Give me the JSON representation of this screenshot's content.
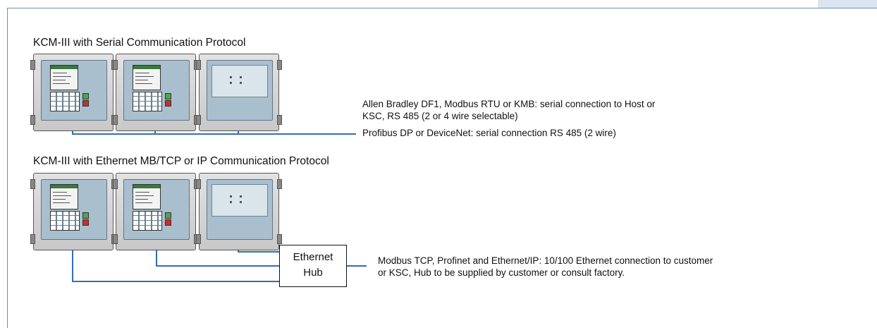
{
  "section_serial": {
    "heading": "KCM-III with Serial Communication Protocol",
    "desc_lines": [
      "Allen Bradley DF1, Modbus RTU or KMB: serial connection to Host or",
      "KSC, RS 485 (2 or 4 wire selectable)",
      "Profibus DP or DeviceNet: serial connection RS 485 (2 wire)"
    ]
  },
  "section_ethernet": {
    "heading": "KCM-III with Ethernet MB/TCP or IP Communication Protocol",
    "desc_lines": [
      "Modbus TCP, Profinet and Ethernet/IP: 10/100 Ethernet connection to customer",
      "or KSC,  Hub to be supplied by customer or consult factory."
    ]
  },
  "hub": {
    "line1": "Ethernet",
    "line2": "Hub"
  },
  "device_icon": "kcm-iii-controller-icon",
  "colors": {
    "wire": "#2f6fb5",
    "frame": "#6b8fb8",
    "panel": "#a9bfcd"
  }
}
